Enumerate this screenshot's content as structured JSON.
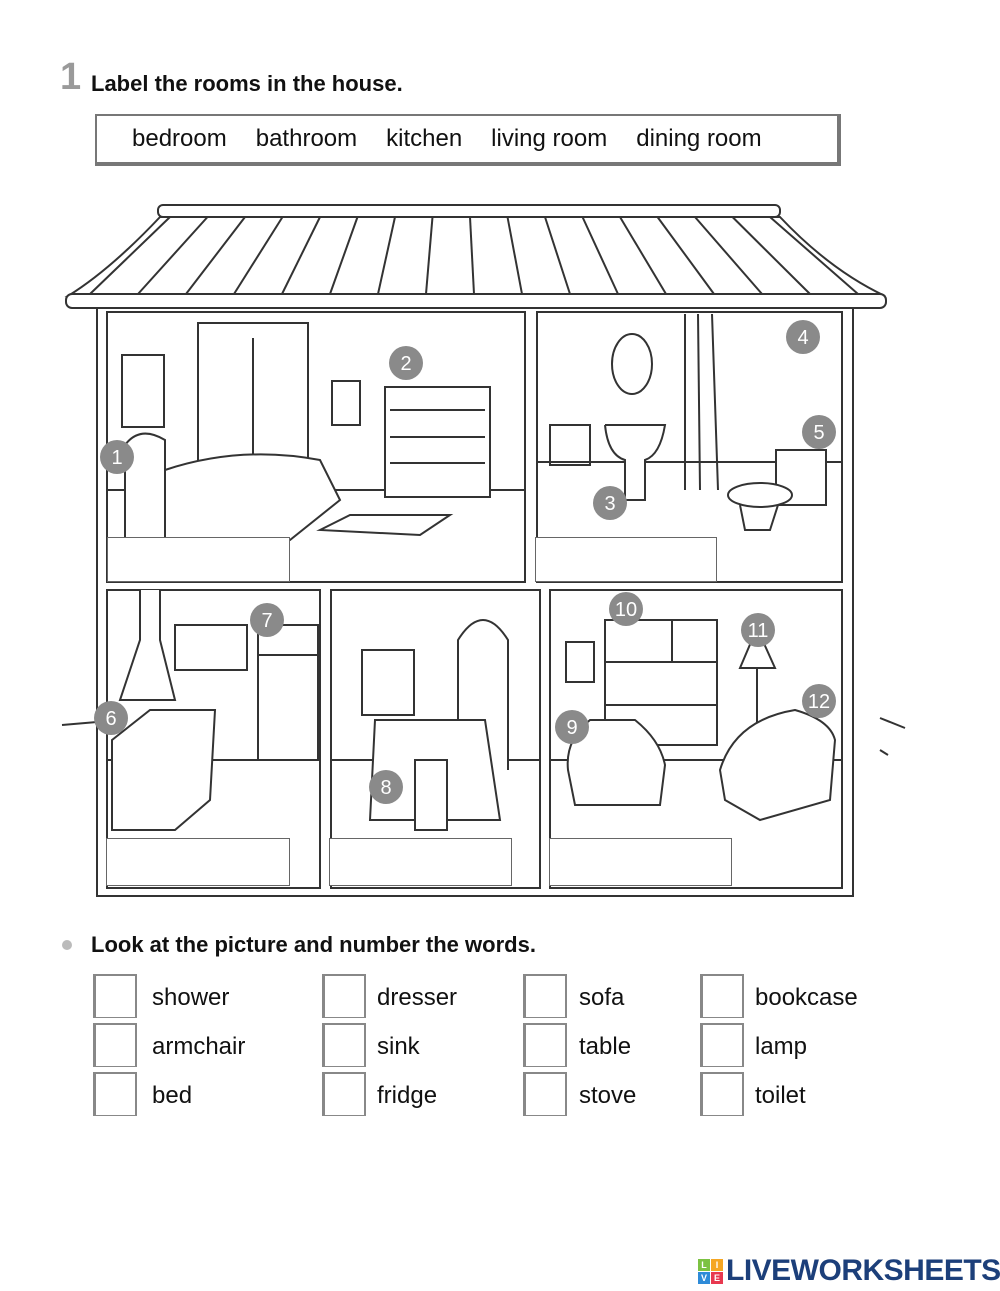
{
  "exercise1": {
    "number": "1",
    "title": "Label the rooms in the house.",
    "word_bank": [
      "bedroom",
      "bathroom",
      "kitchen",
      "living room",
      "dining room"
    ]
  },
  "house": {
    "callouts": [
      "1",
      "2",
      "3",
      "4",
      "5",
      "6",
      "7",
      "8",
      "9",
      "10",
      "11",
      "12"
    ],
    "callout_color": "#8a8a8a",
    "rooms": [
      {
        "answer": ""
      },
      {
        "answer": ""
      },
      {
        "answer": ""
      },
      {
        "answer": ""
      },
      {
        "answer": ""
      }
    ]
  },
  "exercise2": {
    "title": "Look at the picture and number the words.",
    "words": [
      "shower",
      "dresser",
      "sofa",
      "bookcase",
      "armchair",
      "sink",
      "table",
      "lamp",
      "bed",
      "fridge",
      "stove",
      "toilet"
    ]
  },
  "logo": {
    "text": "LIVEWORKSHEETS",
    "letters": [
      "L",
      "I",
      "V",
      "E"
    ],
    "colors": [
      "#7cc242",
      "#f5a623",
      "#2e8bd8",
      "#e8384f"
    ]
  }
}
